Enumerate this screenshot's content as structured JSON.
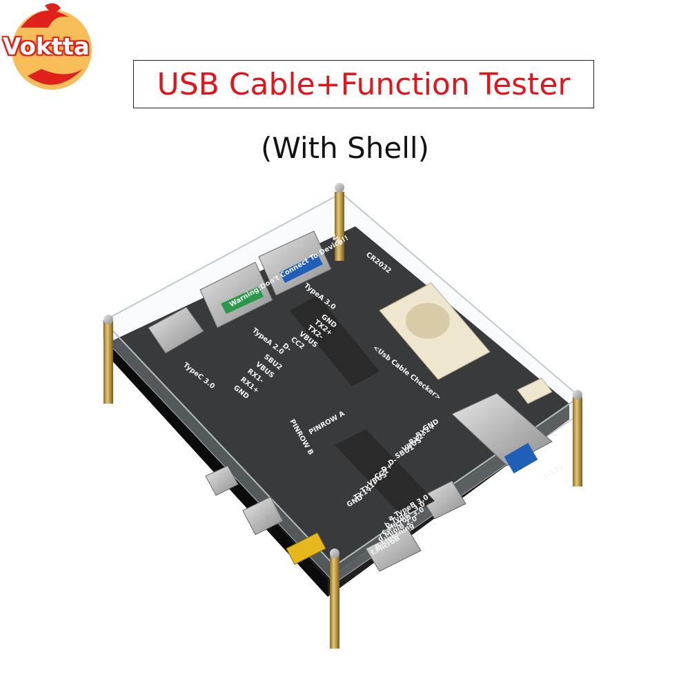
{
  "brand": {
    "logo_text": "Voktta",
    "logo_color": "#e0201b"
  },
  "title": "USB Cable+Function Tester",
  "title_color": "#e3141b",
  "subtitle": "(With Shell)",
  "board": {
    "pinrow_a": "PINROW A",
    "pinrow_b": "PINROW B",
    "checker_label": "<Usb Cable Checker>",
    "warning": "Warning:Don't Connect To Device!!",
    "battery": "CR2032",
    "vin": "Vin",
    "typea3": "TypeA 3.0",
    "typea2": "TypeA 2.0",
    "typec3": "TypeC 3.0",
    "voltage": "5-12v",
    "pins_a": [
      "GND",
      "TX2+",
      "TX2-",
      "VBUS",
      "CC2",
      "D-",
      "SBU2",
      "VBUS",
      "RX1-",
      "RX1+",
      "GND"
    ],
    "pins_b": [
      "GND",
      "RX2+",
      "RX2-",
      "VBUS",
      "SBU1",
      "D-",
      "D+",
      "CC1",
      "VBUS",
      "TX1-",
      "TX1+",
      "GND"
    ],
    "legend": [
      "a.TypeB 3.0",
      "b.TypeC 3.0",
      "c.MicroB 3.0",
      "d.MiniB 2.0",
      "e.Lightning",
      "f.MicroB"
    ],
    "colors": {
      "pcb": "#141414",
      "brass": "#c9a24a",
      "usb3_blue": "#1f5fb8",
      "battery_holder": "#efe6cf"
    }
  }
}
